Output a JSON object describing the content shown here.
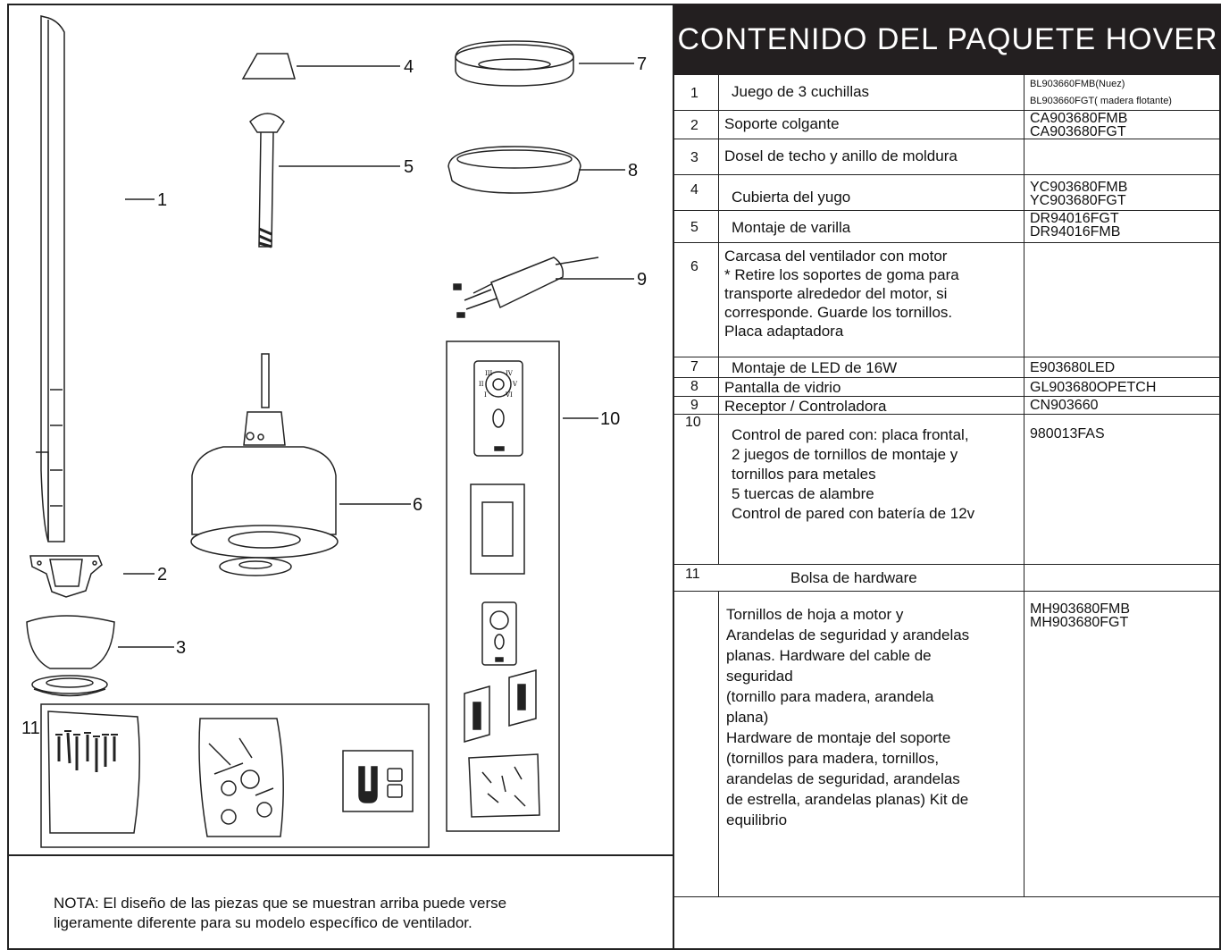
{
  "header": {
    "title": "CONTENIDO DEL PAQUETE HOVER"
  },
  "rows": [
    {
      "num": "1",
      "desc": "Juego de 3 cuchillas",
      "part1": "BL903660FMB(Nuez)",
      "part2": "BL903660FGT( madera flotante)"
    },
    {
      "num": "2",
      "desc": "Soporte colgante",
      "part1": "CA903680FMB",
      "part2": "CA903680FGT"
    },
    {
      "num": "3",
      "desc": "Dosel de techo y anillo de moldura"
    },
    {
      "num": "4",
      "desc": "Cubierta del yugo",
      "part1": "YC903680FMB",
      "part2": "YC903680FGT"
    },
    {
      "num": "5",
      "desc": "Montaje de varilla",
      "part1": "DR94016FGT",
      "part2": "DR94016FMB"
    },
    {
      "num": "6",
      "desc_lines": [
        "Carcasa del ventilador con motor",
        "* Retire los soportes de goma para",
        "transporte alrededor del motor, si",
        "corresponde. Guarde los tornillos.",
        "Placa adaptadora"
      ]
    },
    {
      "num": "7",
      "desc": "Montaje de LED de 16W",
      "part1": "E903680LED"
    },
    {
      "num": "8",
      "desc": "Pantalla de vidrio",
      "part1": "GL903680OPETCH"
    },
    {
      "num": "9",
      "desc": "Receptor / Controladora",
      "part1": "CN903660"
    },
    {
      "num": "10",
      "desc_lines": [
        "Control de pared con: placa frontal,",
        "2 juegos de tornillos de montaje y",
        "tornillos para metales",
        " 5 tuercas de alambre",
        "Control de pared con batería de 12v"
      ],
      "part1": "980013FAS"
    },
    {
      "num": "11",
      "desc": "Bolsa de hardware"
    },
    {
      "desc_lines": [
        "Tornillos de hoja a motor y",
        "Arandelas de seguridad y arandelas",
        "planas. Hardware del cable de",
        "seguridad",
        "(tornillo para madera, arandela",
        "plana)",
        "Hardware de montaje del soporte",
        "(tornillos para madera, tornillos,",
        "arandelas de seguridad, arandelas",
        "de estrella, arandelas planas) Kit de",
        "equilibrio"
      ],
      "part1": "MH903680FMB",
      "part2": "MH903680FGT"
    }
  ],
  "callouts": {
    "n1": "1",
    "n2": "2",
    "n3": "3",
    "n4": "4",
    "n5": "5",
    "n6": "6",
    "n7": "7",
    "n8": "8",
    "n9": "9",
    "n10": "10",
    "n11": "11"
  },
  "remote_labels": {
    "i": "I",
    "ii": "II",
    "iii": "III",
    "iv": "IV",
    "v": "V",
    "vi": "VI"
  },
  "note": {
    "line1": "NOTA: El diseño de las piezas que se muestran arriba puede verse",
    "line2": "ligeramente diferente para su modelo específico de ventilador."
  }
}
